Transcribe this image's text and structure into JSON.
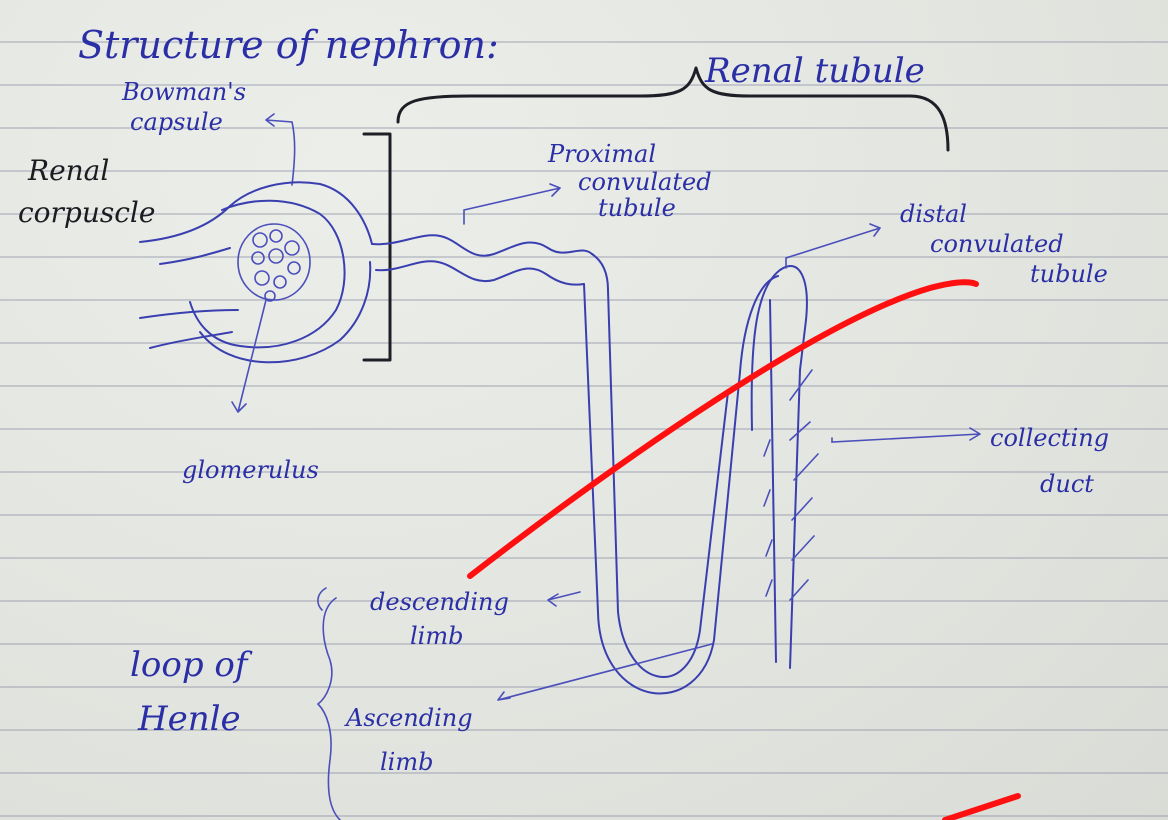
{
  "title": "Structure of nephron:",
  "labels": {
    "renal_tubule": "Renal tubule",
    "bowmans_capsule_1": "Bowman's",
    "bowmans_capsule_2": "capsule",
    "renal_corpuscle_1": "Renal",
    "renal_corpuscle_2": "corpuscle",
    "proximal_1": "Proximal",
    "proximal_2": "convulated",
    "proximal_3": "tubule",
    "distal_1": "distal",
    "distal_2": "convulated",
    "distal_3": "tubule",
    "collecting_1": "collecting",
    "collecting_2": "duct",
    "glomerulus": "glomerulus",
    "descending_1": "descending",
    "descending_2": "limb",
    "ascending_1": "Ascending",
    "ascending_2": "limb",
    "loop_1": "loop of",
    "loop_2": "Henle"
  }
}
